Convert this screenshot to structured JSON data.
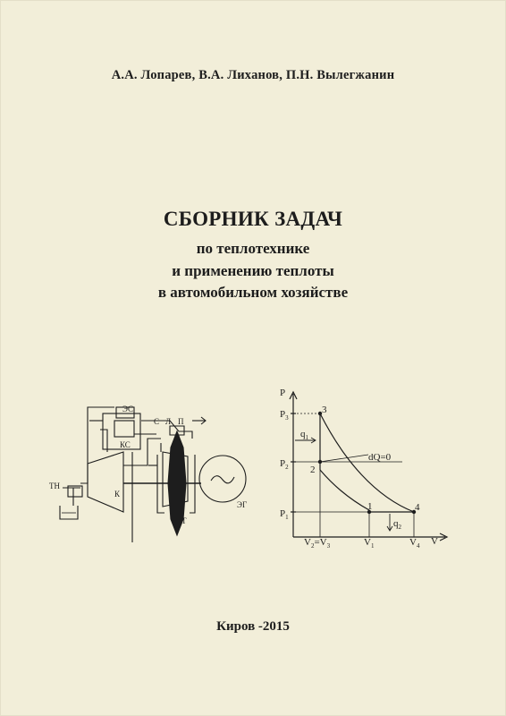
{
  "cover": {
    "authors": "А.А. Лопарев, В.А. Лиханов, П.Н. Вылегжанин",
    "title": "СБОРНИК ЗАДАЧ",
    "subtitle_line1": "по теплотехнике",
    "subtitle_line2": "и применению теплоты",
    "subtitle_line3": "в автомобильном хозяйстве",
    "city_year": "Киров -2015"
  },
  "engine_diagram": {
    "labels": {
      "es": "ЭС",
      "s": "С",
      "l": "Л",
      "p": "П",
      "ks": "КС",
      "tn": "ТН",
      "k": "К",
      "t": "Т",
      "eg": "ЭГ"
    }
  },
  "pv_diagram": {
    "axis_p": "P",
    "axis_v": "V",
    "p3": "P",
    "p3_sub": "3",
    "p2": "P",
    "p2_sub": "2",
    "p1": "P",
    "p1_sub": "1",
    "v2v3": "V",
    "v2v3_sub1": "2",
    "v2v3_eq": "=V",
    "v2v3_sub2": "3",
    "v1": "V",
    "v1_sub": "1",
    "v4": "V",
    "v4_sub": "4",
    "pt1": "1",
    "pt2": "2",
    "pt3": "3",
    "pt4": "4",
    "q1": "q",
    "q1_sub": "1",
    "q2": "q",
    "q2_sub": "2",
    "dq": "dQ=0"
  }
}
